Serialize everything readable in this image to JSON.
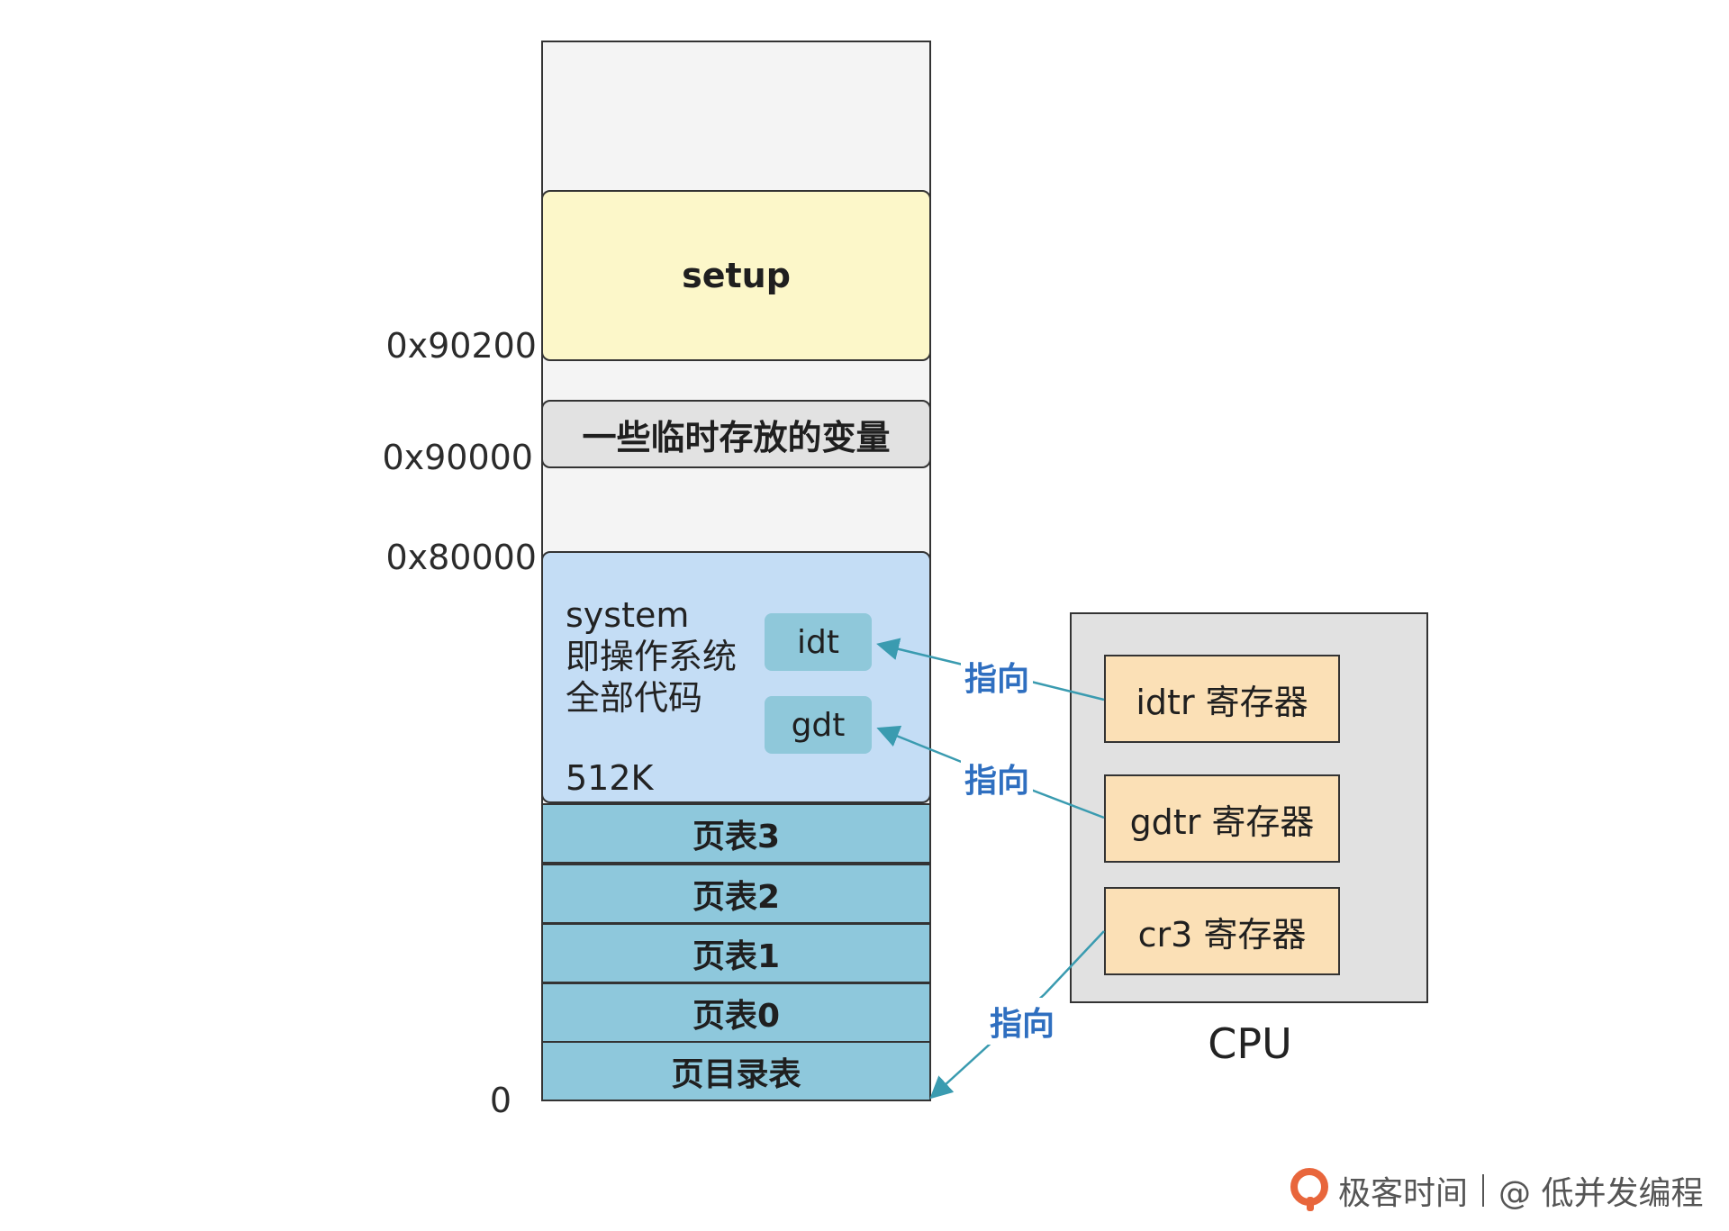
{
  "memory": {
    "addresses": {
      "a90200": "0x90200",
      "a90000": "0x90000",
      "a80000": "0x80000",
      "a0": "0"
    },
    "setup": "setup",
    "temp_vars": "一些临时存放的变量",
    "system": {
      "line1": "system",
      "line2": "即操作系统",
      "line3": "全部代码",
      "size": "512K",
      "idt": "idt",
      "gdt": "gdt"
    },
    "page_tables": [
      "页表3",
      "页表2",
      "页表1",
      "页表0",
      "页目录表"
    ]
  },
  "cpu": {
    "label": "CPU",
    "registers": [
      "idtr 寄存器",
      "gdtr 寄存器",
      "cr3 寄存器"
    ]
  },
  "arrows": {
    "label": "指向",
    "color": "#3a9bb0",
    "label_color": "#2f6fc0"
  },
  "footer": {
    "brand": "极客时间",
    "author": "@ 低并发编程",
    "logo_color": "#e8663c"
  }
}
